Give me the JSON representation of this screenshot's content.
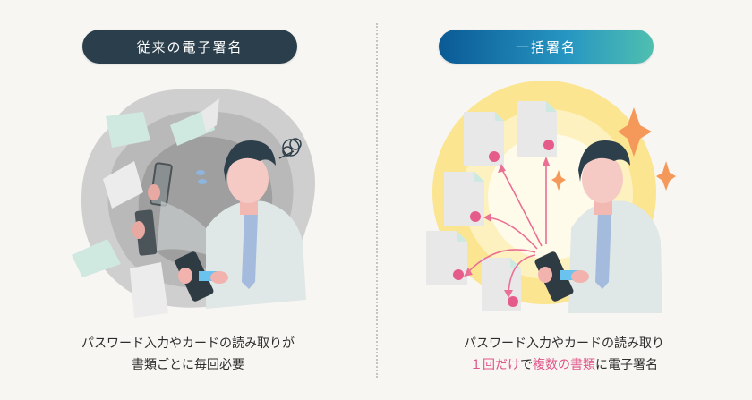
{
  "left": {
    "title": "従来の電子署名",
    "title_bg": "#2a3f4b",
    "caption_line1": "パスワード入力やカードの読み取りが",
    "caption_line2": "書類ごとに毎回必要",
    "illustration": "stressed-man-with-phones-and-flying-papers"
  },
  "right": {
    "title": "一括署名",
    "title_gradient": [
      "#0a5a95",
      "#2796c2",
      "#4fbfb0"
    ],
    "caption_line1": "パスワード入力やカードの読み取り",
    "caption_line2_parts": [
      {
        "text": "１回だけ",
        "highlight": true
      },
      {
        "text": "で",
        "highlight": false
      },
      {
        "text": "複数の書類",
        "highlight": true
      },
      {
        "text": "に電子署名",
        "highlight": false
      }
    ],
    "accent_color": "#e0558a",
    "illustration": "man-signing-multiple-documents-with-tablet"
  }
}
